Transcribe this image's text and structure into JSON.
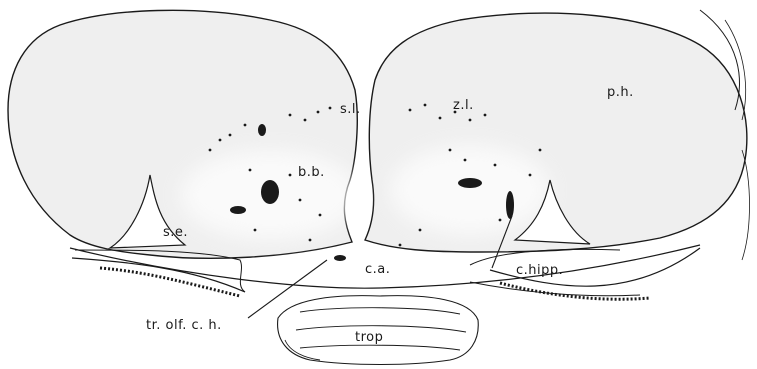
{
  "labels": {
    "sl": "s.l.",
    "zl": "z.l.",
    "ph": "p.h.",
    "bb": "b.b.",
    "se": "s.e.",
    "ca": "c.a.",
    "chipp": "c.hipp.",
    "trolfch": "tr. olf. c. h.",
    "trop": "trop"
  },
  "colors": {
    "ink": "#1a1a1a",
    "tissue": "#efefef",
    "background": "#ffffff"
  }
}
